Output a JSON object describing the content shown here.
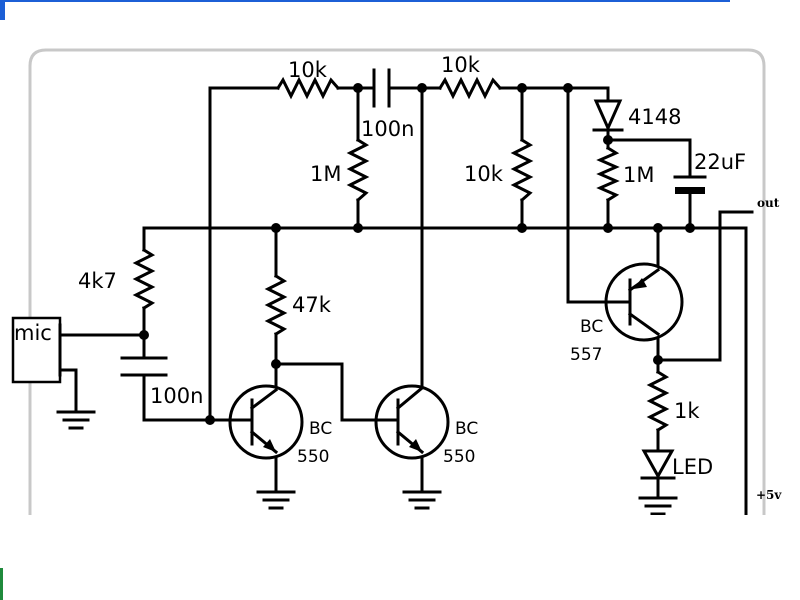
{
  "colors": {
    "wire": "#000000",
    "frame": "#c8c8c8",
    "accent_blue": "#1c5fd6",
    "accent_green": "#1f8a3c"
  },
  "labels": {
    "r_top_left": "10k",
    "c_top": "100n",
    "r_top_right": "10k",
    "r_1m_mid": "1M",
    "r_10k_mid": "10k",
    "diode": "4148",
    "r_1m_right": "1M",
    "cap_22uf": "22uF",
    "out": "out",
    "r_4k7": "4k7",
    "mic": "mic",
    "c_in": "100n",
    "r_47k": "47k",
    "q1_type": "BC",
    "q1_num": "550",
    "q2_type": "BC",
    "q2_num": "550",
    "q3_type": "BC",
    "q3_num": "557",
    "r_1k": "1k",
    "led": "LED",
    "vcc": "+5v"
  }
}
